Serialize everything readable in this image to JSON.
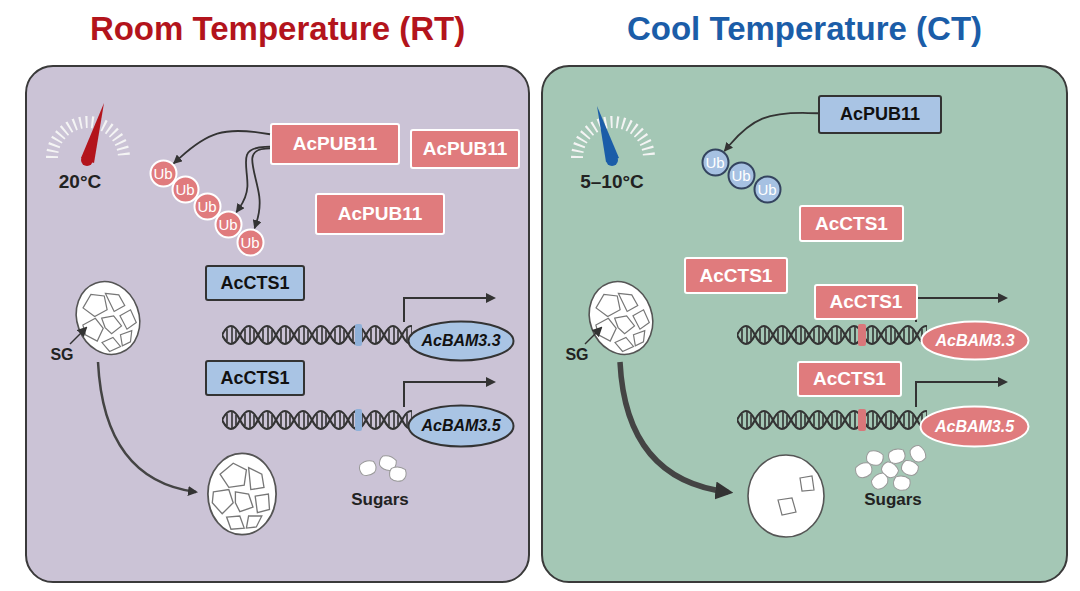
{
  "diagram": {
    "nodes": [
      {
        "text": [
          "Room Temperature (RT)"
        ]
      },
      {
        "text": [
          "AcPUB11"
        ],
        "in": 0
      },
      {
        "text": [
          "AcPUB11"
        ],
        "in": 0
      },
      {
        "text": [
          "Ub"
        ],
        "in": 0
      },
      {
        "text": [
          "Ub"
        ],
        "in": 0
      },
      {
        "text": [
          "Ub"
        ],
        "in": 0
      },
      {
        "text": [
          "Ub"
        ],
        "in": 0
      },
      {
        "text": [
          "Ub"
        ],
        "in": 0
      },
      {
        "text": [
          "AcPUB11"
        ],
        "in": 0
      },
      {
        "text": [
          "AcCTS1"
        ],
        "in": 0
      },
      {
        "text": [
          "AcBAM3.3"
        ],
        "in": 0
      },
      {
        "text": [
          "AcCTS1"
        ],
        "in": 0
      },
      {
        "text": [
          "AcBAM3.5"
        ],
        "in": 0
      },
      {
        "text": [
          "Cool Temperature (CT)"
        ]
      },
      {
        "text": [
          "AcPUB11"
        ],
        "in": 13
      },
      {
        "text": [
          "Ub"
        ],
        "in": 13
      },
      {
        "text": [
          "Ub"
        ],
        "in": 13
      },
      {
        "text": [
          "Ub"
        ],
        "in": 13
      },
      {
        "text": [
          "AcCTS1"
        ],
        "in": 13
      },
      {
        "text": [
          "AcCTS1"
        ],
        "in": 13
      },
      {
        "text": [
          "AcCTS1"
        ],
        "in": 13
      },
      {
        "text": [
          "AcBAM3.3"
        ],
        "in": 13
      },
      {
        "text": [
          "AcCTS1"
        ],
        "in": 13
      },
      {
        "text": [
          "AcBAM3.5"
        ],
        "in": 13
      }
    ],
    "edges": [
      {
        "from": 1,
        "to": 3,
        "arrow": "to"
      },
      {
        "from": 1,
        "to": 6,
        "arrow": "to"
      },
      {
        "from": 1,
        "to": 7,
        "arrow": "to"
      },
      {
        "from": 14,
        "to": 15,
        "arrow": "to"
      }
    ],
    "labels": [
      "20°C",
      "SG",
      "Sugars",
      "5–10°C",
      "SG",
      "Sugars"
    ]
  }
}
